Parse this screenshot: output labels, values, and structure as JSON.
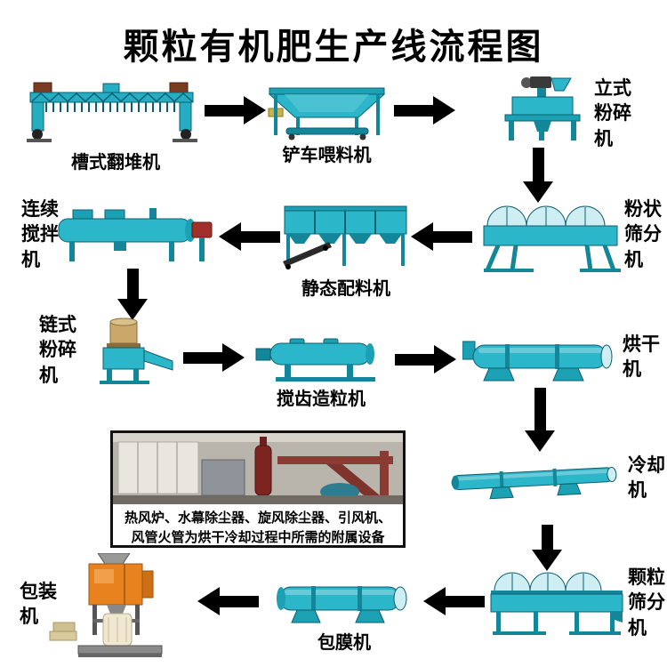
{
  "title": "颗粒有机肥生产线流程图",
  "machines": {
    "trough_turner": "槽式翻堆机",
    "loader_feeder": "铲车喂料机",
    "vertical_crusher": "立式粉碎机",
    "powder_screener": "粉状筛分机",
    "static_batcher": "静态配料机",
    "continuous_mixer": "连续搅拌机",
    "chain_crusher": "链式粉碎机",
    "tooth_granulator": "搅齿造粒机",
    "dryer": "烘干机",
    "cooler": "冷却机",
    "granule_screener": "颗粒筛分机",
    "coating_machine": "包膜机",
    "packing_machine": "包装机"
  },
  "aux_note": {
    "line1": "热风炉、水幕除尘器、旋风除尘器、引风机、",
    "line2": "风管火管为烘干冷却过程中所需的附属设备"
  },
  "colors": {
    "machine_teal": "#2cb6c9",
    "machine_teal_dark": "#14869a",
    "arrow_black": "#000000",
    "cabinet_orange": "#e8821e",
    "tank_red": "#7e2420"
  }
}
